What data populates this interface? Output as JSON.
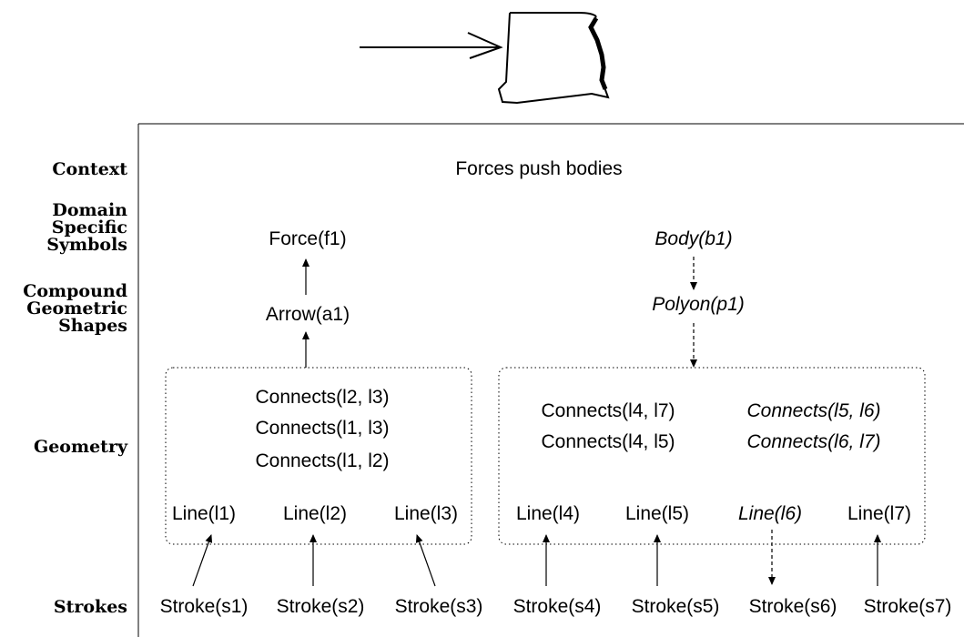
{
  "row_labels": {
    "context": "Context",
    "domain_line1": "Domain",
    "domain_line2": "Specific",
    "domain_line3": "Symbols",
    "compound_line1": "Compound",
    "compound_line2": "Geometric",
    "compound_line3": "Shapes",
    "geometry": "Geometry",
    "strokes": "Strokes"
  },
  "context_text": "Forces push bodies",
  "symbols": {
    "force": "Force(f1)",
    "body": "Body(b1)"
  },
  "shapes": {
    "arrow": "Arrow(a1)",
    "polygon": "Polyon(p1)"
  },
  "geometry_left": {
    "connects": [
      "Connects(l2, l3)",
      "Connects(l1, l3)",
      "Connects(l1, l2)"
    ],
    "lines": [
      "Line(l1)",
      "Line(l2)",
      "Line(l3)"
    ]
  },
  "geometry_right": {
    "connects_plain": [
      "Connects(l4, l7)",
      "Connects(l4, l5)"
    ],
    "connects_italic": [
      "Connects(l5, l6)",
      "Connects(l6, l7)"
    ],
    "lines": [
      "Line(l4)",
      "Line(l5)",
      "Line(l6)",
      "Line(l7)"
    ]
  },
  "strokes": [
    "Stroke(s1)",
    "Stroke(s2)",
    "Stroke(s3)",
    "Stroke(s4)",
    "Stroke(s5)",
    "Stroke(s6)",
    "Stroke(s7)"
  ],
  "sketch": {
    "description_icon": "hand-drawn-arrow-pushing-box-sketch"
  }
}
